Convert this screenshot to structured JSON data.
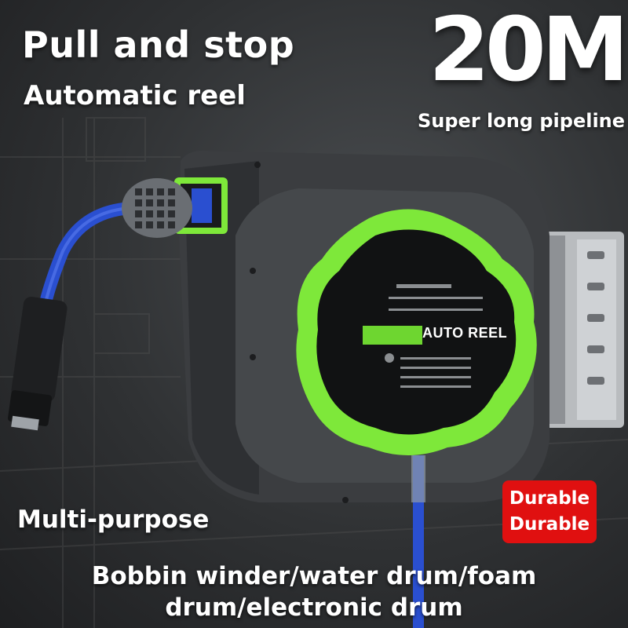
{
  "headline": {
    "line1": "Pull and stop",
    "line2": "Automatic reel"
  },
  "length": {
    "value": "20M",
    "caption": "Super long pipeline"
  },
  "product_label": "AUTO REEL",
  "uses": {
    "heading": "Multi-purpose",
    "description": "Bobbin winder/water drum/foam drum/electronic drum"
  },
  "badge": {
    "line1": "Durable",
    "line2": "Durable"
  },
  "colors": {
    "accent_green": "#7ee83a",
    "badge_red": "#e01010",
    "hose_blue": "#2a4fd0",
    "housing_gray": "#3a3c3f"
  }
}
